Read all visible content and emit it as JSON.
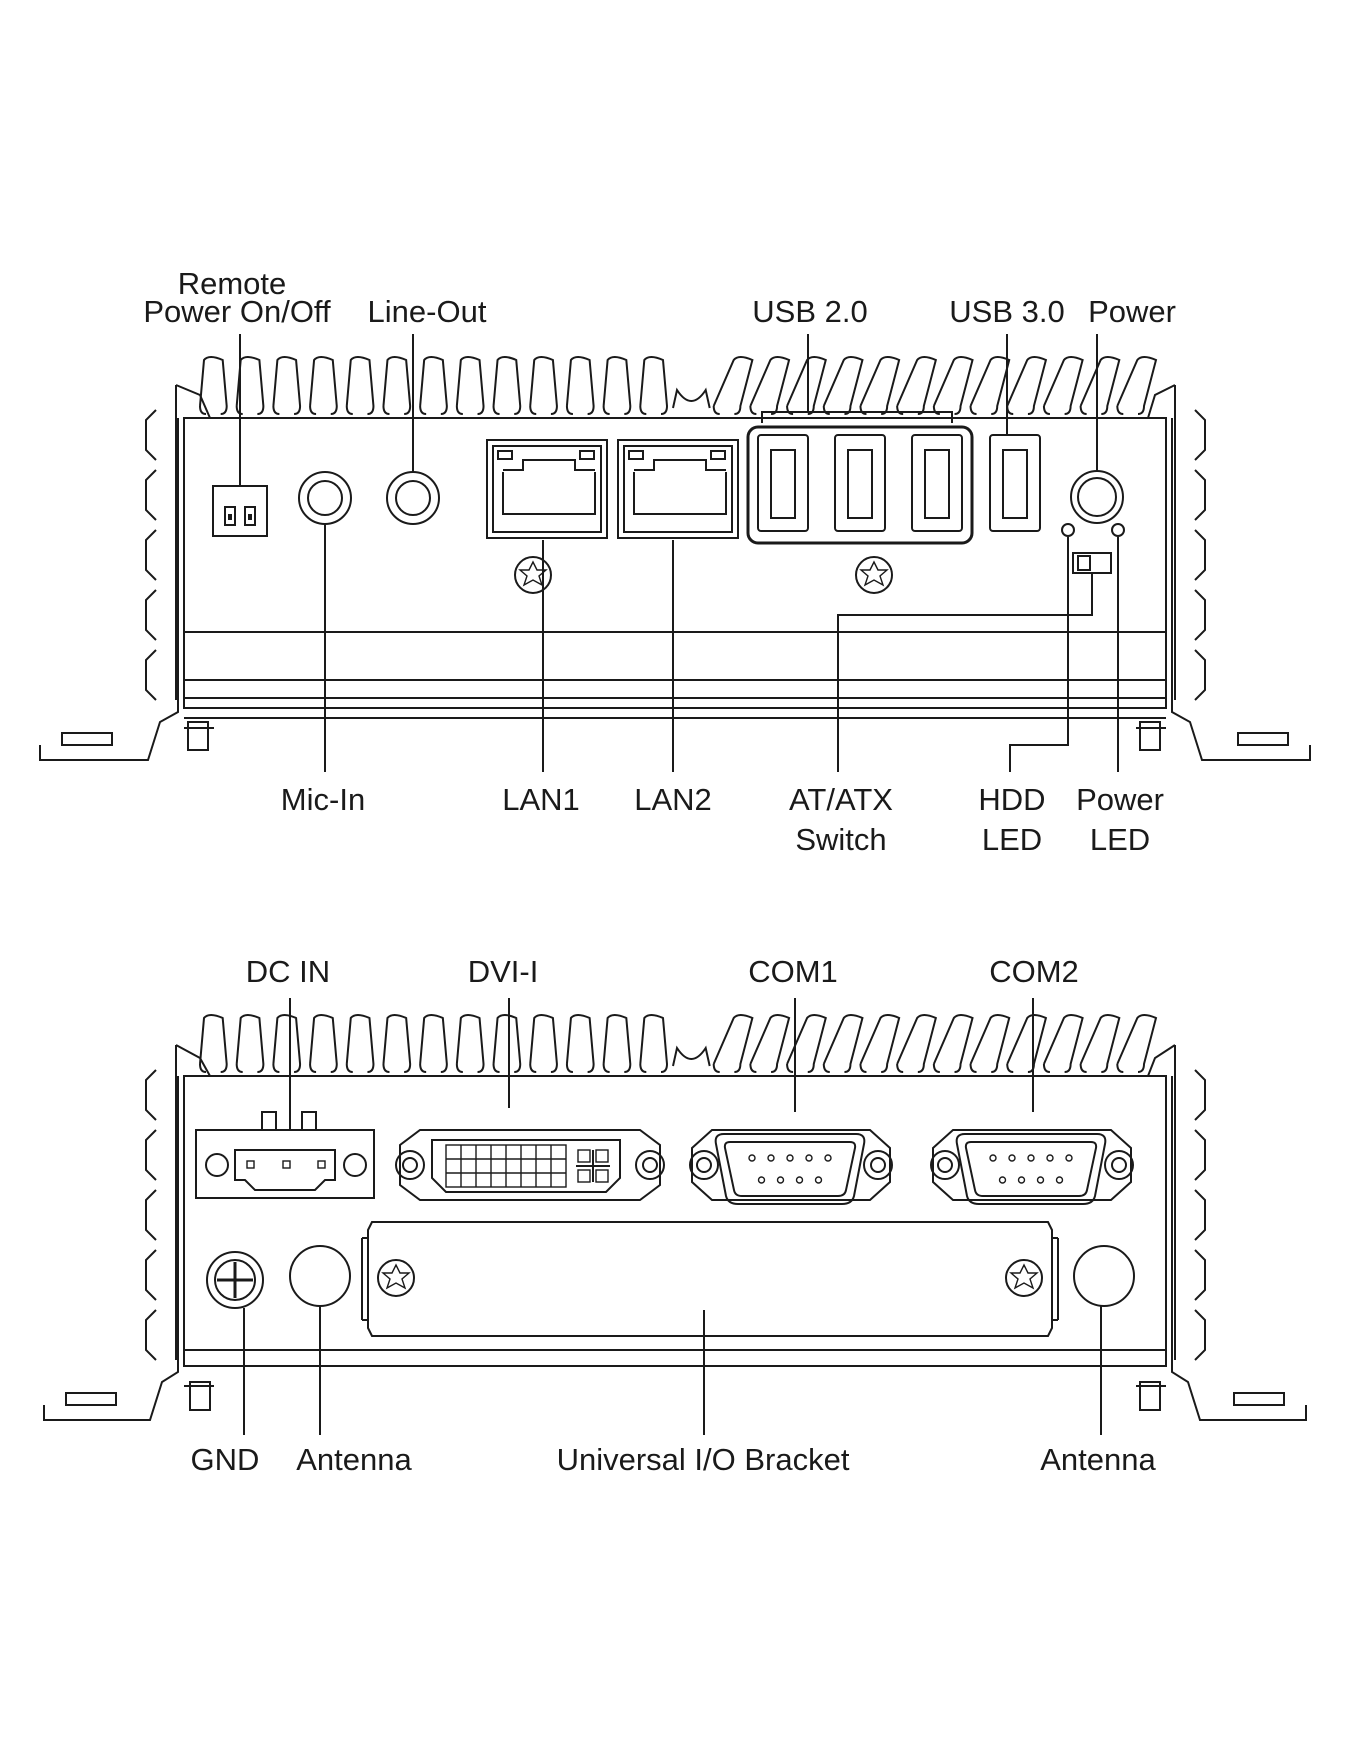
{
  "front_panel": {
    "labels": {
      "remote_line1": "Remote",
      "remote_line2": "Power On/Off",
      "line_out": "Line-Out",
      "usb20": "USB 2.0",
      "usb30": "USB 3.0",
      "power": "Power",
      "mic_in": "Mic-In",
      "lan1": "LAN1",
      "lan2": "LAN2",
      "atatx_line1": "AT/ATX",
      "atatx_line2": "Switch",
      "hdd_line1": "HDD",
      "hdd_line2": "LED",
      "powerled_line1": "Power",
      "powerled_line2": "LED"
    }
  },
  "rear_panel": {
    "labels": {
      "dc_in": "DC IN",
      "dvi": "DVI-I",
      "com1": "COM1",
      "com2": "COM2",
      "gnd": "GND",
      "antenna_left": "Antenna",
      "io_bracket": "Universal I/O Bracket",
      "antenna_right": "Antenna"
    }
  }
}
